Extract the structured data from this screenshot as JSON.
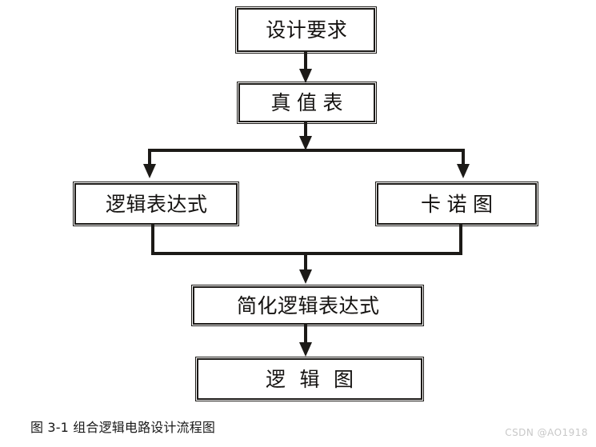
{
  "figure": {
    "caption": "图 3-1 组合逻辑电路设计流程图",
    "watermark": "CSDN @AO1918",
    "colors": {
      "stroke": "#1c1a17",
      "box_fill": "#ffffff",
      "background": "#ffffff",
      "caption_text": "#1a1a1a",
      "watermark_text": "#c8c8c8"
    }
  },
  "flowchart": {
    "type": "flowchart",
    "orientation": "top-to-bottom",
    "nodes": [
      {
        "id": "design",
        "label": "设计要求",
        "spacing": "none"
      },
      {
        "id": "truthtable",
        "label": "真值表",
        "spacing": "wide"
      },
      {
        "id": "logicexpr",
        "label": "逻辑表达式",
        "spacing": "none"
      },
      {
        "id": "karnaugh",
        "label": "卡诺图",
        "spacing": "wide"
      },
      {
        "id": "simplified",
        "label": "简化逻辑表达式",
        "spacing": "none"
      },
      {
        "id": "logicdiag",
        "label": "逻辑图",
        "spacing": "xwide"
      }
    ],
    "edges": [
      {
        "from": "design",
        "to": "truthtable",
        "arrow": true
      },
      {
        "from": "truthtable",
        "to": "branch",
        "arrow": true
      },
      {
        "from": "branch",
        "to": "logicexpr",
        "arrow": true
      },
      {
        "from": "branch",
        "to": "karnaugh",
        "arrow": true
      },
      {
        "from": "logicexpr",
        "to": "merge",
        "arrow": false
      },
      {
        "from": "karnaugh",
        "to": "merge",
        "arrow": false
      },
      {
        "from": "merge",
        "to": "simplified",
        "arrow": true
      },
      {
        "from": "simplified",
        "to": "logicdiag",
        "arrow": true
      }
    ]
  }
}
